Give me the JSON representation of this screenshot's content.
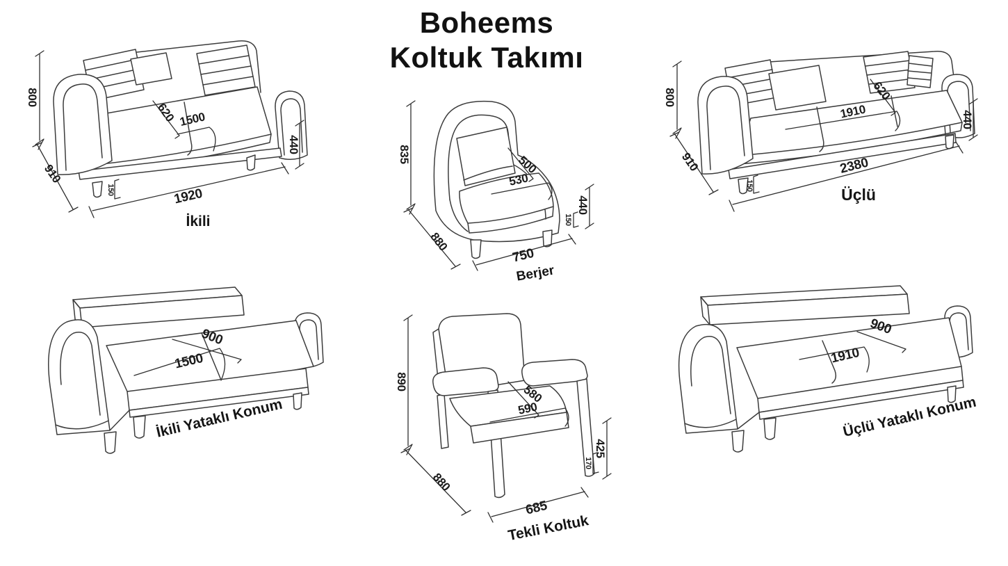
{
  "title": {
    "line1": "Boheems",
    "line2": "Koltuk Takımı"
  },
  "items": {
    "ikili": {
      "label": "İkili",
      "dims": {
        "height": "800",
        "depth": "910",
        "seat_depth": "620",
        "seat_width": "1500",
        "width": "1920",
        "seat_height": "440",
        "leg_height": "150"
      }
    },
    "berjer": {
      "label": "Berjer",
      "dims": {
        "height": "835",
        "depth": "880",
        "seat_depth": "500",
        "seat_width": "530",
        "width": "750",
        "seat_height": "440",
        "leg_height": "150"
      }
    },
    "uclu": {
      "label": "Üçlü",
      "dims": {
        "height": "800",
        "depth": "910",
        "seat_depth": "620",
        "seat_width": "1910",
        "width": "2380",
        "seat_height": "440",
        "leg_height": "150"
      }
    },
    "ikili_yatakli": {
      "label": "İkili Yataklı Konum",
      "dims": {
        "bed_depth": "900",
        "bed_width": "1500"
      }
    },
    "tekli": {
      "label": "Tekli Koltuk",
      "dims": {
        "height": "890",
        "depth": "880",
        "seat_depth": "580",
        "seat_width": "590",
        "width": "685",
        "seat_height": "425",
        "leg_height": "170"
      }
    },
    "uclu_yatakli": {
      "label": "Üçlü Yataklı Konum",
      "dims": {
        "bed_depth": "900",
        "bed_width": "1910"
      }
    }
  },
  "colors": {
    "ink": "#1b1b1b",
    "line": "#3c3c3c",
    "background": "#ffffff"
  }
}
